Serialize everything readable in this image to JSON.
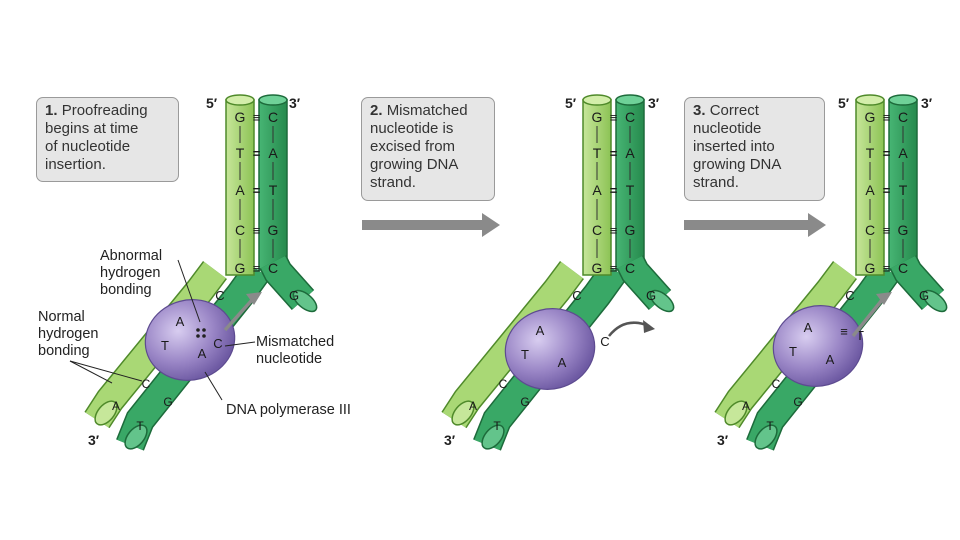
{
  "steps": [
    {
      "num": "1.",
      "text": "Proofreading\nbegins at time\nof nucleotide\ninsertion."
    },
    {
      "num": "2.",
      "text": "Mismatched\nnucleotide is\nexcised from\ngrowing DNA\nstrand."
    },
    {
      "num": "3.",
      "text": "Correct\nnucleotide\ninserted into\ngrowing DNA\nstrand."
    }
  ],
  "labels": {
    "abnormal": "Abnormal\nhydrogen\nbonding",
    "normal": "Normal\nhydrogen\nbonding",
    "mismatched": "Mismatched\nnucleotide",
    "polymerase": "DNA polymerase III",
    "five_prime": "5′",
    "three_prime": "3′"
  },
  "template_bases": [
    "C",
    "A",
    "T",
    "G",
    "C",
    "G"
  ],
  "new_bases": [
    "G",
    "T",
    "A",
    "C",
    "G",
    "C"
  ],
  "bonds": [
    "≡",
    "=",
    "=",
    "≡",
    "≡"
  ],
  "lower": {
    "left_bases": [
      "A",
      "T",
      "C",
      "A"
    ],
    "right_bases": [
      "C",
      "A",
      "G",
      "T"
    ]
  },
  "colors": {
    "light_green": "#9fd068",
    "light_green_edge": "#4f8a2a",
    "dark_green": "#2f9a5a",
    "dark_green_edge": "#1d6b3b",
    "polymerase": "#9a86c6",
    "arrow_gray": "#8a8a8a"
  }
}
